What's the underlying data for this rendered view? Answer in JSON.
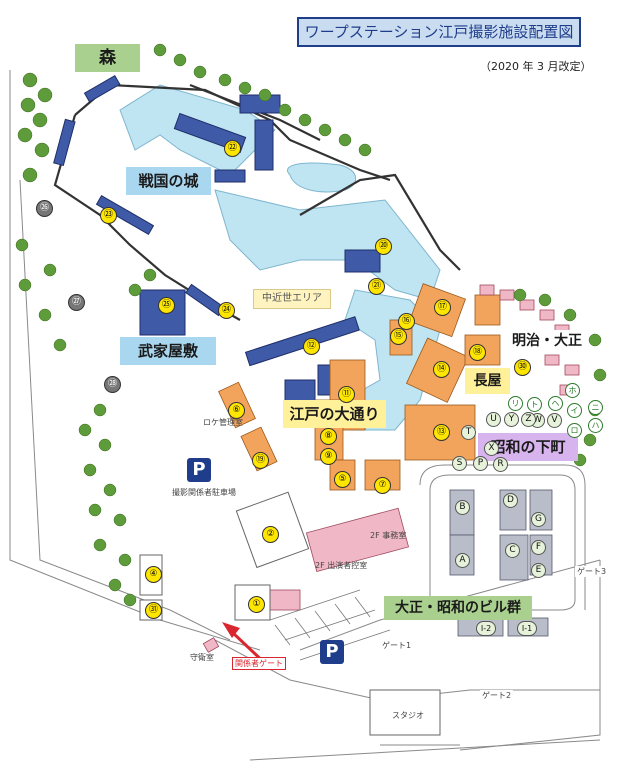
{
  "title": "ワープステーション江戸撮影施設配置図",
  "revised": "（2020 年 3 月改定）",
  "zones": {
    "forest": "森",
    "sengoku_castle": "戦国の城",
    "chukinsei_area": "中近世エリア",
    "buke_yashiki": "武家屋敷",
    "edo_odori": "江戸の大通り",
    "meiji_taisho": "明治・大正",
    "nagaya": "長屋",
    "showa_shitamachi": "昭和の下町",
    "taisho_showa_buildings": "大正・昭和のビル群"
  },
  "labels": {
    "location_office": "ロケ管理室",
    "staff_parking": "撮影関係者駐車場",
    "office_2f": "2F 事務室",
    "performer_waiting_2f": "2F 出演者控室",
    "guard_room": "守衛室",
    "staff_gate": "関係者ゲート",
    "gate1": "ゲート1",
    "gate2": "ゲート2",
    "gate3": "ゲート3",
    "studio": "スタジオ"
  },
  "parking_symbol": "P",
  "numbered_facilities": [
    "①",
    "②",
    "④",
    "⑤",
    "⑥",
    "⑦",
    "⑧",
    "⑨",
    "⑪",
    "⑫",
    "⑬",
    "⑭",
    "⑮",
    "⑯",
    "⑰",
    "⑱",
    "⑲",
    "⑳",
    "㉑",
    "㉒",
    "㉓",
    "㉔",
    "㉕",
    "㉖",
    "㉗",
    "㉘",
    "㉚",
    "㉛"
  ],
  "building_letters": [
    "A",
    "B",
    "C",
    "D",
    "E",
    "F",
    "G",
    "I-1",
    "I-2",
    "R",
    "S",
    "P",
    "T",
    "U",
    "W",
    "X",
    "Y",
    "Z",
    "V"
  ],
  "kana_markers": [
    "ホ",
    "ハ",
    "ニ",
    "ヘ",
    "イ",
    "ロ",
    "ト",
    "リ"
  ],
  "colors": {
    "title_border": "#1f3d8a",
    "title_fill": "#c9dcf0",
    "water": "#bfe4f2",
    "castle_roof": "#3f5aa6",
    "orange_building": "#f2a45c",
    "pink_building": "#f0b8c6",
    "grey_building": "#b9bcc9",
    "tree": "#5e9b3a",
    "accent_red": "#d9262f",
    "marker_yellow": "#ffe600"
  }
}
